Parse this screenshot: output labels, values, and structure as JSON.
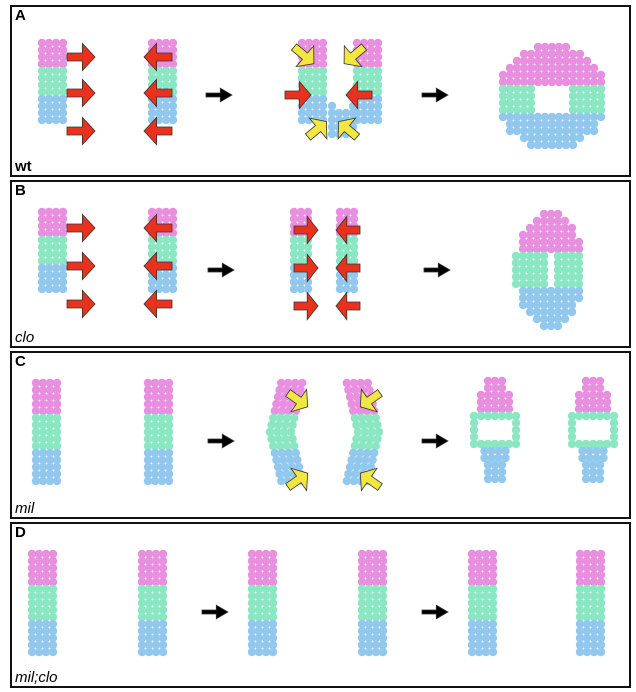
{
  "colors": {
    "top": "#e88fe0",
    "mid": "#8be6c2",
    "bot": "#92c8ee",
    "red_arrow": "#e8321e",
    "yellow_arrow": "#f2e640",
    "flow_arrow": "#000000"
  },
  "panels": [
    {
      "id": "A",
      "label": "A",
      "genotype": "wt"
    },
    {
      "id": "B",
      "label": "B",
      "genotype": "clo"
    },
    {
      "id": "C",
      "label": "C",
      "genotype": "mil"
    },
    {
      "id": "D",
      "label": "D",
      "genotype": "mil;clo"
    }
  ]
}
